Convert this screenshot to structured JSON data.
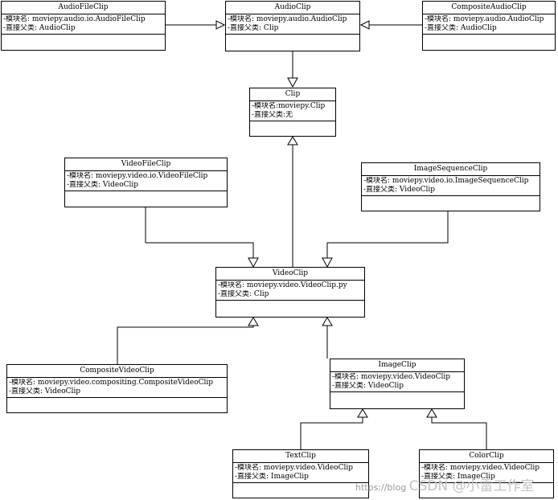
{
  "classes": {
    "audio_file_clip": {
      "name": "AudioFileClip",
      "module": "-模块名: moviepy.audio.io.AudioFileClip",
      "parent": "-直接父类: AudioClip"
    },
    "audio_clip": {
      "name": "AudioClip",
      "module": "-模块名: moviepy.audio.AudioClip",
      "parent": "-直接父类: Clip"
    },
    "composite_audio_clip": {
      "name": "CompositeAudioClip",
      "module": "-模块名: moviepy.audio.AudioClip",
      "parent": "-直接父类: AudioClip"
    },
    "clip": {
      "name": "Clip",
      "module": "-模块名:moviepy.Clip",
      "parent": "-直接父类:无"
    },
    "video_file_clip": {
      "name": "VideoFileClip",
      "module": "-模块名: moviepy.video.io.VideoFileClip",
      "parent": "-直接父类: VideoClip"
    },
    "image_sequence_clip": {
      "name": "ImageSequenceClip",
      "module": "-模块名: moviepy.video.io.ImageSequenceClip",
      "parent": "-直接父类: VideoClip"
    },
    "video_clip": {
      "name": "VideoClip",
      "module": "-模块名: moviepy.video.VideoClip.py",
      "parent": "-直接父类: Clip"
    },
    "composite_video_clip": {
      "name": "CompositeVideoClip",
      "module": "-模块名: moviepy.video.compositing.CompositeVideoClip",
      "parent": "-直接父类: VideoClip"
    },
    "image_clip": {
      "name": "ImageClip",
      "module": "-模块名: moviepy.video.VideoClip",
      "parent": "-直接父类: VideoClip"
    },
    "text_clip": {
      "name": "TextClip",
      "module": "-模块名: moviepy.video.VideoClip",
      "parent": "-直接父类: ImageClip"
    },
    "color_clip": {
      "name": "ColorClip",
      "module": "-模块名: moviepy.video.VideoClip",
      "parent": "-直接父类: ImageClip"
    }
  },
  "watermark": {
    "url": "https://blog",
    "brand": "CSDN @小雷工作室"
  },
  "colors": {
    "line": "#000000",
    "background": "#ffffff",
    "watermark": "#c3c3c3"
  }
}
